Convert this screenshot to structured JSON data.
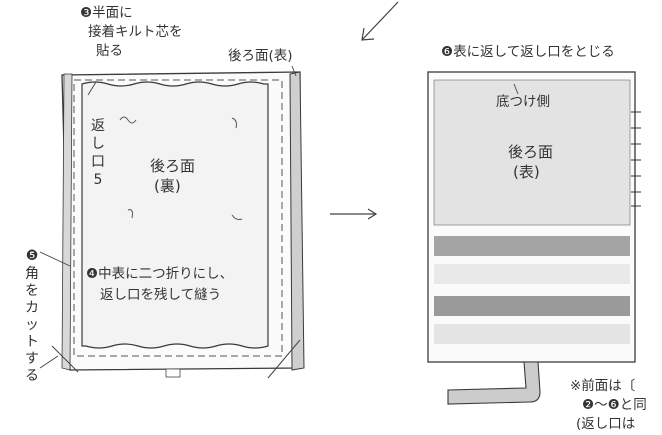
{
  "left": {
    "step3": [
      "❸半面に",
      "接着キルト芯を",
      "貼る"
    ],
    "back_outer": "後ろ面(表)",
    "opening_note": [
      "返",
      "し",
      "口",
      "5"
    ],
    "center": [
      "後ろ面",
      "(裏)"
    ],
    "step4": [
      "❹中表に二つ折りにし、",
      "返し口を残して縫う"
    ],
    "step5": [
      "❺",
      "角",
      "を",
      "カ",
      "ッ",
      "ト",
      "す",
      "る"
    ]
  },
  "right": {
    "step6": "❻表に返して返し口をとじる",
    "bottom_label": "底つけ側",
    "center": [
      "後ろ面",
      "(表)"
    ],
    "note": [
      "※前面は〔",
      "❷〜❻と同",
      "(返し口は"
    ]
  },
  "colors": {
    "stroke": "#3a3a3a",
    "fabric": "#e2e2e2",
    "stripe_dark": "#9a9a9a",
    "stripe_mid": "#c8c8c8",
    "stripe_light": "#e8e8e8"
  }
}
